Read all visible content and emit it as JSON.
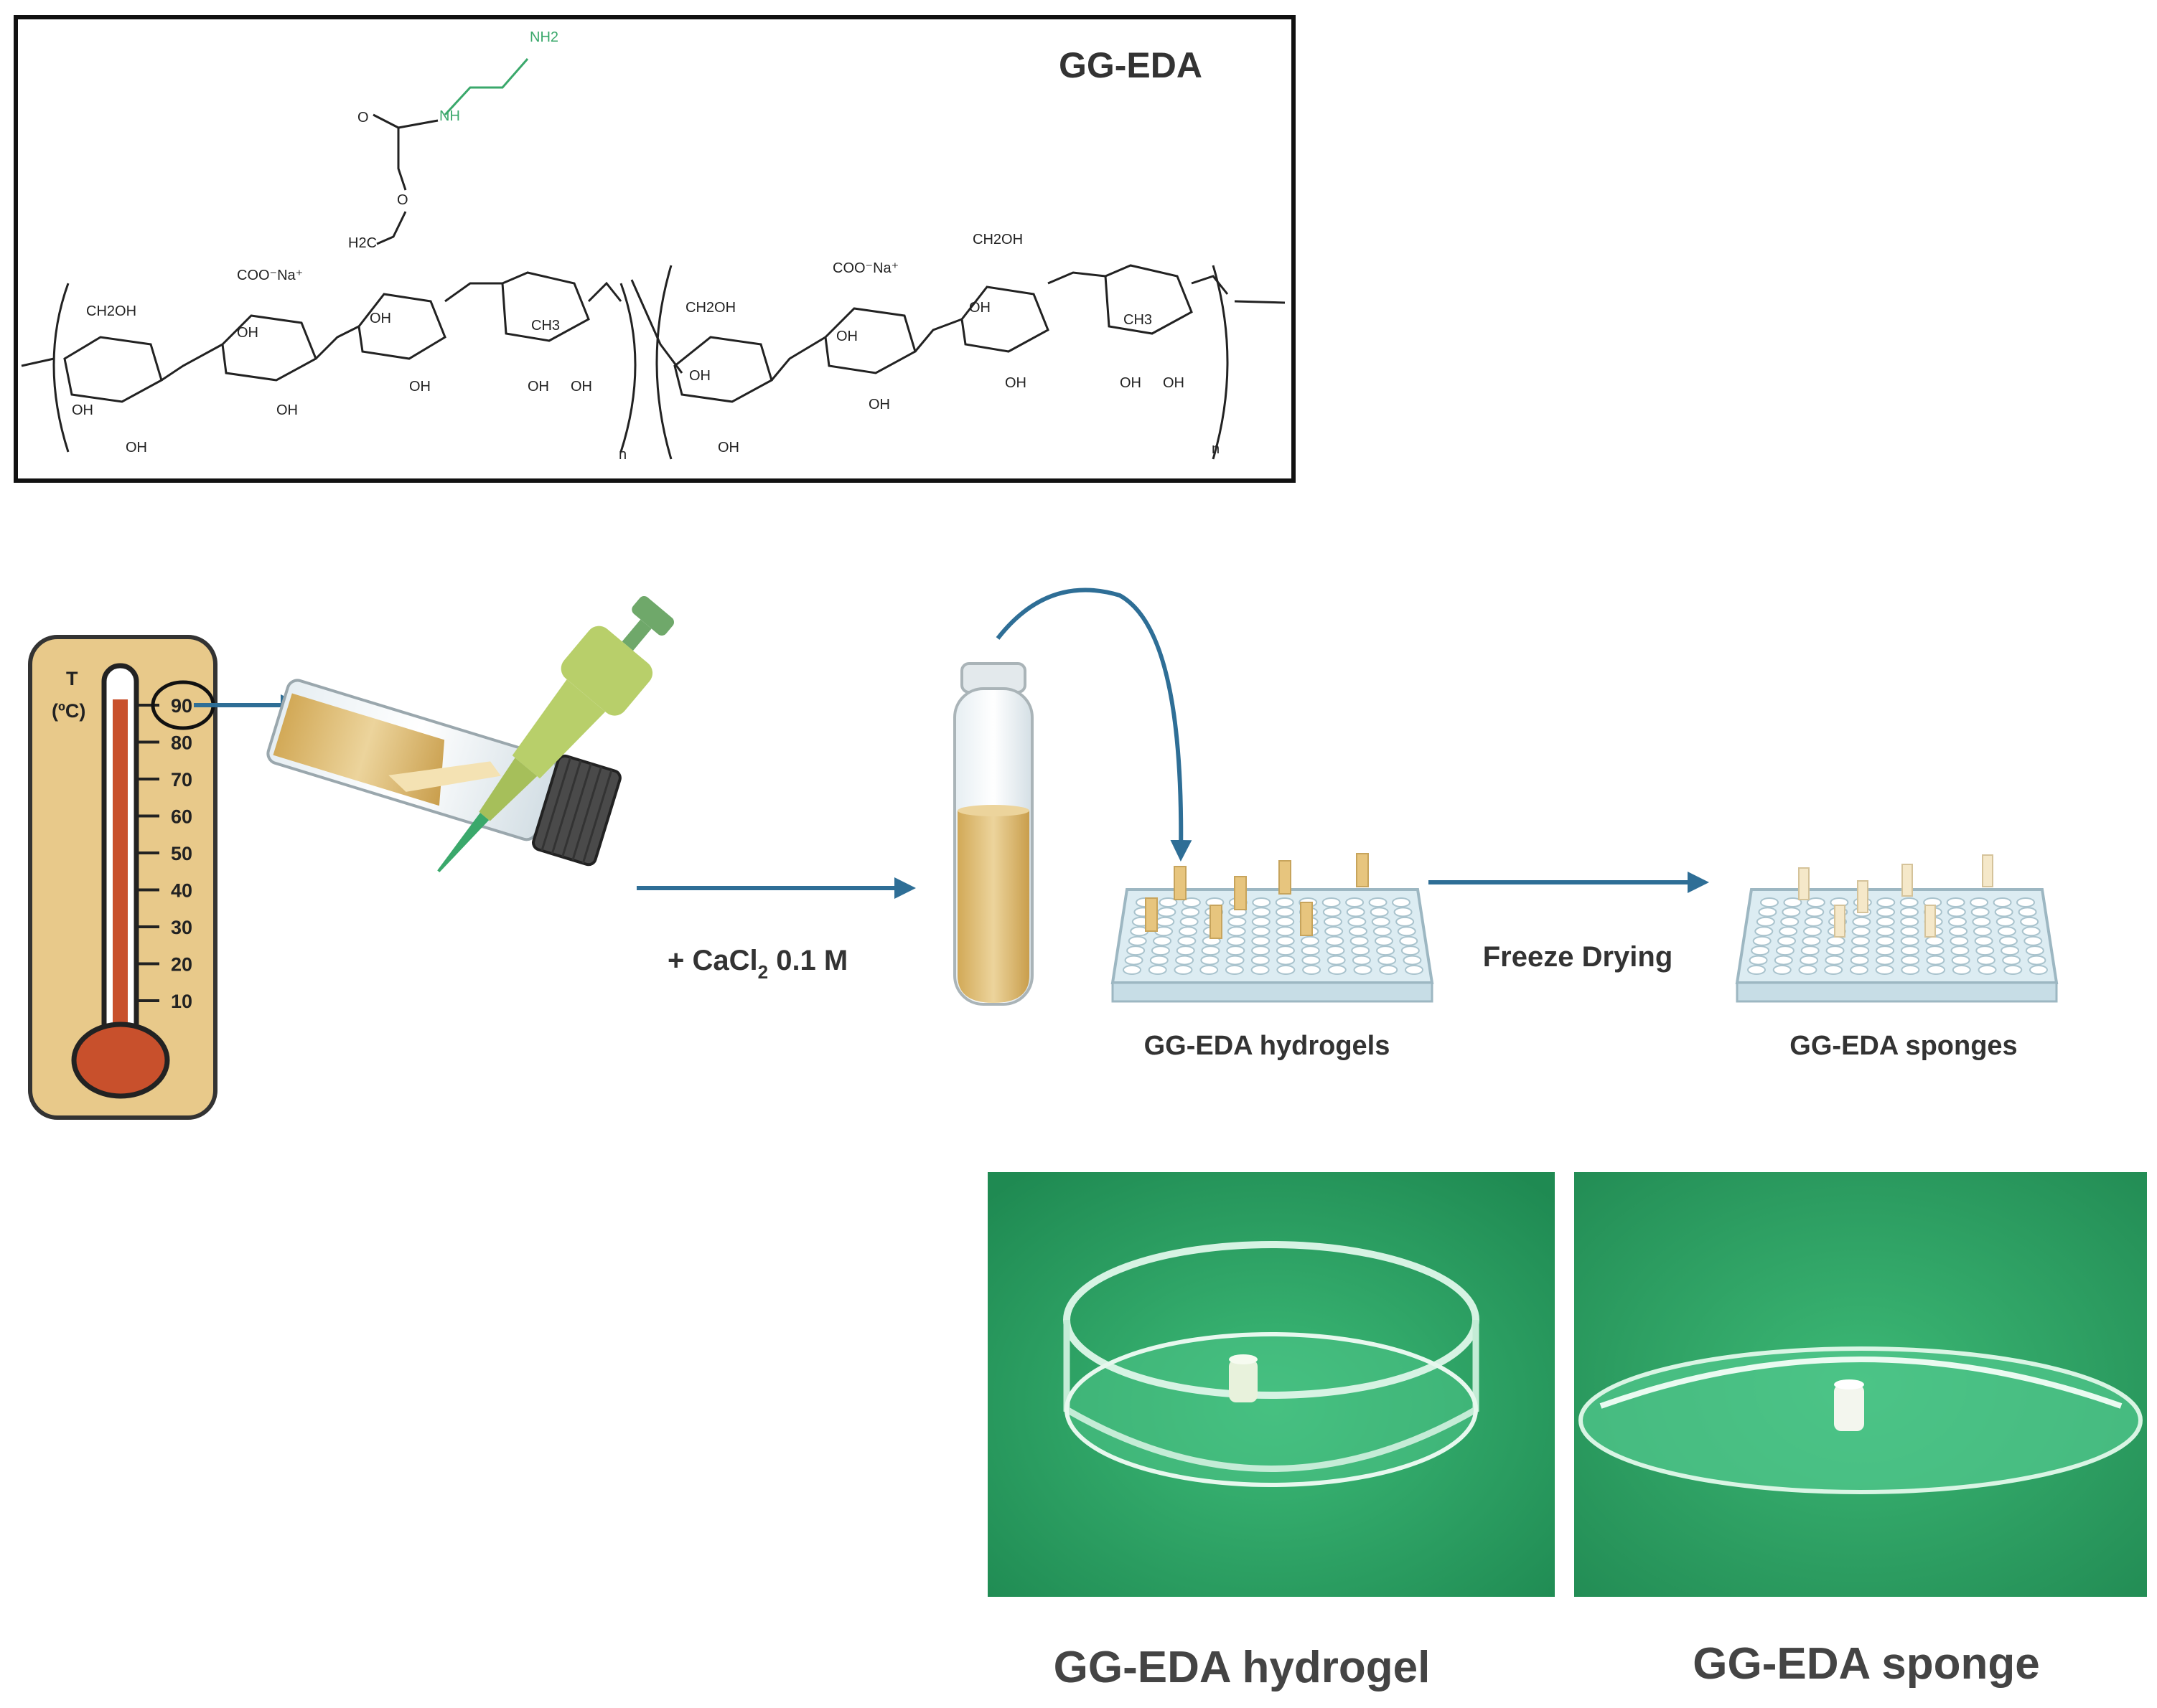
{
  "structure": {
    "title": "GG-EDA",
    "atoms": {
      "nh2": "NH2",
      "nh": "NH",
      "o": "O",
      "h2c": "H2C",
      "coona_1": "COO⁻Na⁺",
      "coona_2": "COO⁻Na⁺",
      "ch2oh_1": "CH2OH",
      "ch2oh_2": "CH2OH",
      "ch2oh_3": "CH2OH",
      "ch3_1": "CH3",
      "ch3_2": "CH3",
      "oh": "OH"
    },
    "repeat_n": "n"
  },
  "thermometer": {
    "axis_label_1": "T",
    "axis_label_2": "(ºC)",
    "ticks": [
      "90",
      "80",
      "70",
      "60",
      "50",
      "40",
      "30",
      "20",
      "10"
    ],
    "highlighted": "90"
  },
  "steps": {
    "reagent_prefix": "+ CaCl",
    "reagent_sub": "2",
    "reagent_suffix": " 0.1 M",
    "transition": "Freeze Drying",
    "plate_1": "GG-EDA hydrogels",
    "plate_2": "GG-EDA sponges"
  },
  "photos": {
    "photo_1": "GG-EDA hydrogel",
    "photo_2": "GG-EDA sponge"
  },
  "colors": {
    "arrow": "#2e6e96",
    "photo_bg": "#2faa6a",
    "tube_liquid": "#d9b36a",
    "pipette": "#b8cf6a",
    "thermo_bg": "#e8c98a",
    "mercury": "#c8502c"
  }
}
